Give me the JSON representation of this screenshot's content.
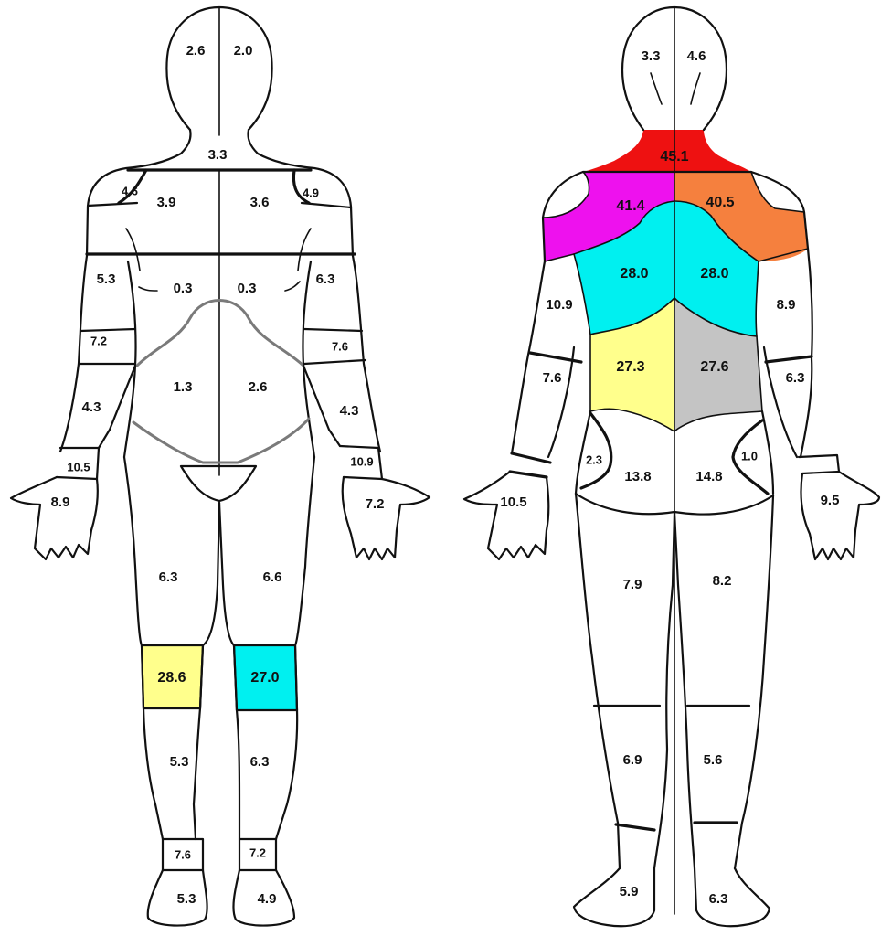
{
  "colors": {
    "yellow": "#ffff8c",
    "cyan": "#00f0f0",
    "red": "#ee1111",
    "magenta": "#ee11ee",
    "orange": "#f5803e",
    "grey": "#c4c4c4"
  },
  "front": {
    "head_right": "2.6",
    "head_left": "2.0",
    "neck": "3.3",
    "shoulder_r_small": "4.6",
    "chest_upper_r": "3.9",
    "chest_upper_l": "3.6",
    "shoulder_l_small": "4.9",
    "upper_arm_r": "5.3",
    "chest_r": "0.3",
    "chest_l": "0.3",
    "upper_arm_l": "6.3",
    "elbow_r": "7.2",
    "elbow_l": "7.6",
    "abdomen_r": "1.3",
    "abdomen_l": "2.6",
    "forearm_r": "4.3",
    "forearm_l": "4.3",
    "wrist_r": "10.5",
    "wrist_l": "10.9",
    "hand_r": "8.9",
    "hand_l": "7.2",
    "thigh_r": "6.3",
    "thigh_l": "6.6",
    "knee_r": "28.6",
    "knee_l": "27.0",
    "shin_r": "5.3",
    "shin_l": "6.3",
    "ankle_r": "7.6",
    "ankle_l": "7.2",
    "foot_r": "5.3",
    "foot_l": "4.9"
  },
  "back": {
    "head_left": "3.3",
    "head_right": "4.6",
    "neck": "45.1",
    "upper_back_l": "41.4",
    "upper_back_r": "40.5",
    "mid_back_l": "28.0",
    "mid_back_r": "28.0",
    "upper_arm_l": "10.9",
    "upper_arm_r": "8.9",
    "lower_back_l": "27.3",
    "lower_back_r": "27.6",
    "forearm_l": "7.6",
    "forearm_r": "6.3",
    "flank_l": "2.3",
    "flank_r": "1.0",
    "buttock_l": "13.8",
    "buttock_r": "14.8",
    "hand_l": "10.5",
    "hand_r": "9.5",
    "thigh_l": "7.9",
    "thigh_r": "8.2",
    "calf_l": "6.9",
    "calf_r": "5.6",
    "foot_l": "5.9",
    "foot_r": "6.3"
  }
}
